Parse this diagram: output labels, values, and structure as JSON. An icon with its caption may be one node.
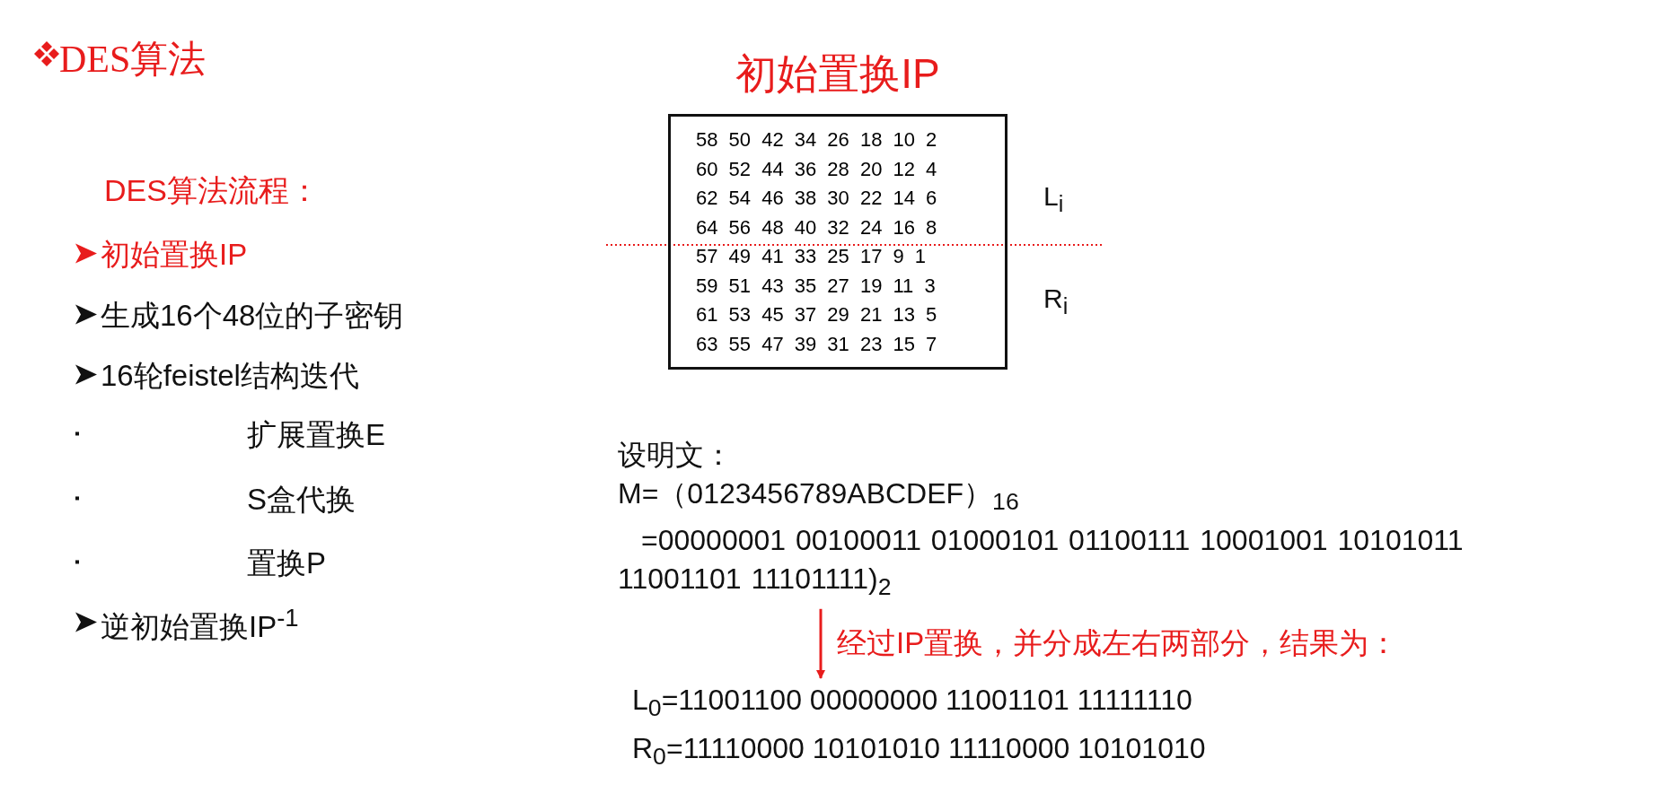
{
  "diagram": {
    "title": "DES算法",
    "nodes": [
      {
        "text": [
          "初始置换IP",
          "58 50 42 34 26 18 10 2",
          "60 52 44 36 28 20 12 4",
          "62 54 46 38 30 22 14 6",
          "64 56 48 40 32 24 16 8",
          "57 49 41 33 25 17 9 1",
          "59 51 43 35 27 19 11 3",
          "61 53 45 37 29 21 13 5",
          "63 55 47 39 31 23 15 7"
        ]
      },
      {
        "text": [
          "设明文：",
          "M=（0123456789ABCDEF）$_{16}$",
          "=00000001 00100011 01000101 01100111 10001001 10101011 11001101 11101111)$_{2}$"
        ]
      },
      {
        "text": [
          "L$_{0}$=11001100 00000000 11001101 11111110",
          "R$_{0}$=11110000 10101010 11110000 10101010"
        ]
      }
    ],
    "edges": [
      {
        "from": 1,
        "to": 2,
        "arrow": "to",
        "label": "经过IP置换，并分成左右两部分，结果为：",
        "color": "#e81c1c"
      }
    ],
    "labels": [
      "DES算法流程：",
      "初始置换IP",
      "生成16个48位的子密钥",
      "16轮feistel结构迭代",
      "扩展置换E",
      "S盒代换",
      "置换P",
      "逆初始置换IP$^{-1}$",
      "L$_{i}$",
      "R$_{i}$"
    ]
  }
}
